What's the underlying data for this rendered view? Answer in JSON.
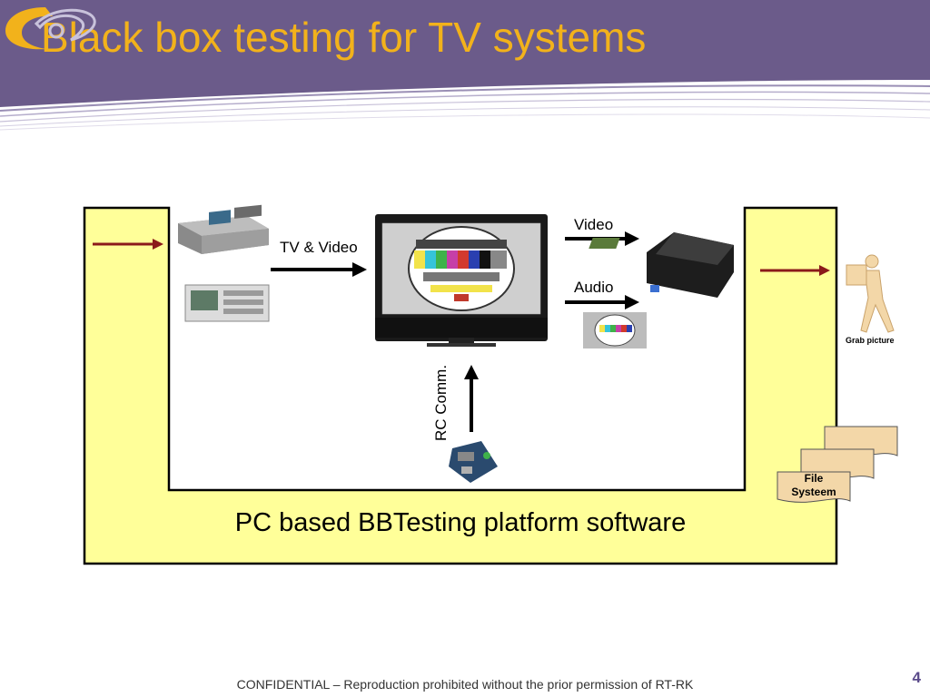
{
  "slide": {
    "title": "Black box testing for TV systems",
    "page_number": "4"
  },
  "diagram": {
    "platform_label": "PC based BBTesting platform software",
    "tv_video_label": "TV & Video",
    "video_label": "Video",
    "audio_label": "Audio",
    "rc_label": "RC Comm.",
    "grab_picture_label": "Grab picture",
    "file_system_line1": "File",
    "file_system_line2": "Systeem"
  },
  "footer": {
    "text": "CONFIDENTIAL – Reproduction prohibited without the prior permission of RT-RK"
  },
  "colors": {
    "header_purple": "#6b5b8a",
    "title_yellow": "#f2b21b",
    "platform_fill": "#ffff99",
    "arrow_red": "#8b1a1a",
    "file_tan": "#f3d7a8"
  }
}
